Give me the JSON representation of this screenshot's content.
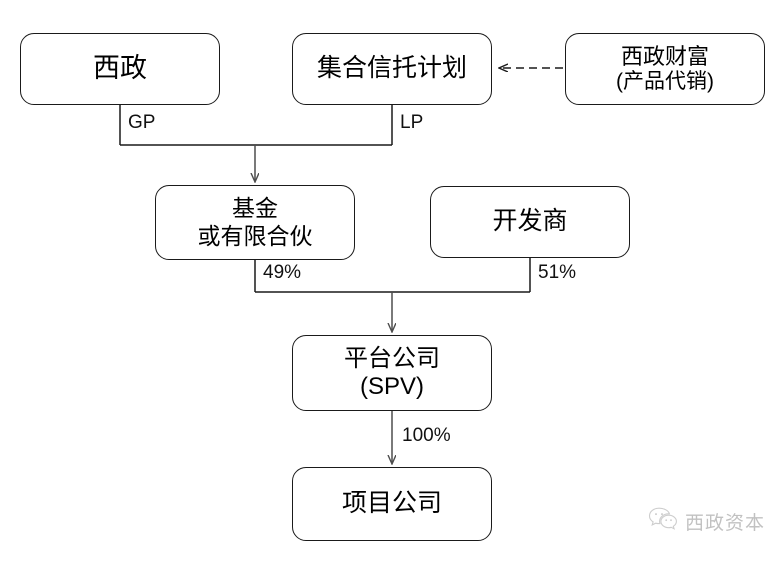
{
  "diagram": {
    "type": "org-structure-flowchart",
    "background": "#ffffff",
    "node_border_color": "#1a1a1a",
    "connector_color": "#4d4d4d",
    "nodes": [
      {
        "id": "xizheng",
        "line1": "西政",
        "line2": ""
      },
      {
        "id": "trust",
        "line1": "集合信托计划",
        "line2": ""
      },
      {
        "id": "wealth",
        "line1": "西政财富",
        "line2": "(产品代销)"
      },
      {
        "id": "fund",
        "line1": "基金",
        "line2": "或有限合伙"
      },
      {
        "id": "developer",
        "line1": "开发商",
        "line2": ""
      },
      {
        "id": "spv",
        "line1": "平台公司",
        "line2": "(SPV)"
      },
      {
        "id": "project",
        "line1": "项目公司",
        "line2": ""
      }
    ],
    "edge_labels": {
      "gp": "GP",
      "lp": "LP",
      "fund_share": "49%",
      "developer_share": "51%",
      "spv_share": "100%"
    }
  },
  "watermark": {
    "icon": "wechat-icon",
    "text": "西政资本",
    "color": "#6e6e6e"
  }
}
